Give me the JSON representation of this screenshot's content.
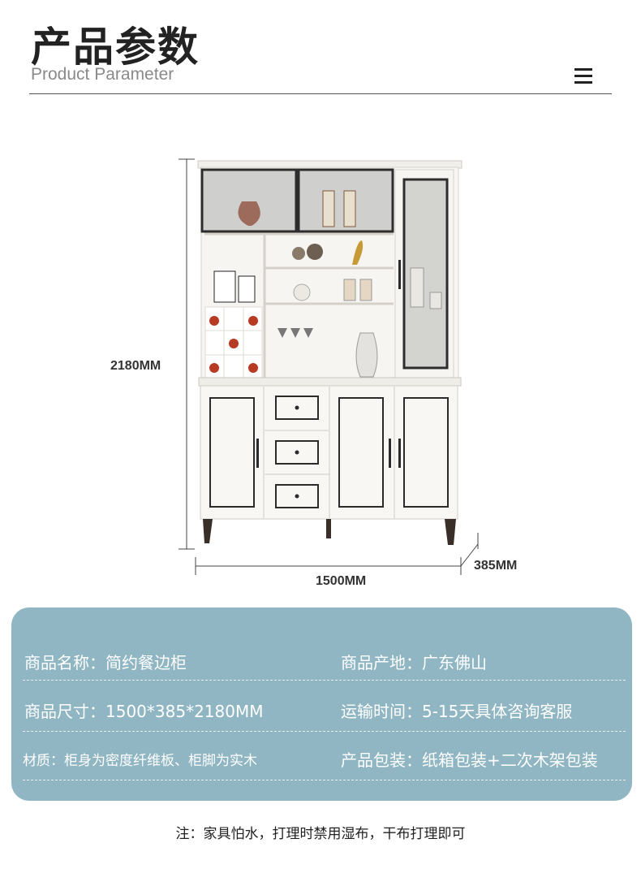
{
  "header": {
    "title_cn": "产品参数",
    "title_en": "Product Parameter",
    "menu_icon": "hamburger-menu-icon"
  },
  "dimensions": {
    "height": "2180MM",
    "width": "1500MM",
    "depth": "385MM"
  },
  "image": {
    "subject": "sideboard-cabinet-illustration"
  },
  "info": {
    "name": "商品名称：简约餐边柜",
    "origin": "商品产地：广东佛山",
    "size": "商品尺寸：1500*385*2180MM",
    "shipping": "运输时间：5-15天具体咨询客服",
    "material": "材质：柜身为密度纤维板、柜脚为实木",
    "packaging": "产品包装：纸箱包装+二次木架包装"
  },
  "note": "注：家具怕水，打理时禁用湿布，干布打理即可",
  "colors": {
    "panel": "#8fb6c2",
    "cabinet": "#f4f2ee",
    "trim": "#2b2b2b"
  }
}
